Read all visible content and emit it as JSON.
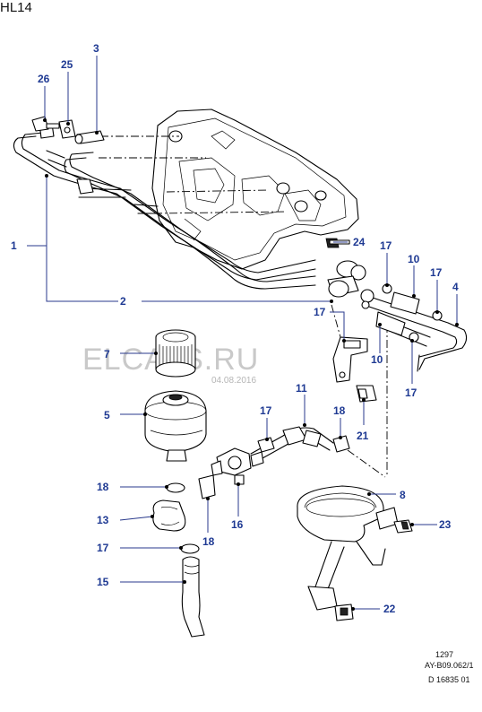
{
  "header": {
    "title": "HL14"
  },
  "watermark": {
    "text": "ELCATS.RU",
    "date": "04.08.2016"
  },
  "footer": {
    "line1": "1297",
    "line2": "AY-B09.062/1",
    "line3": "D 16835 01"
  },
  "callouts": {
    "p1": "1",
    "p2": "2",
    "p3": "3",
    "p4": "4",
    "p5": "5",
    "p7": "7",
    "p8": "8",
    "p10a": "10",
    "p10b": "10",
    "p11": "11",
    "p13": "13",
    "p15": "15",
    "p16": "16",
    "p17a": "17",
    "p17b": "17",
    "p17c": "17",
    "p17d": "17",
    "p17e": "17",
    "p17f": "17",
    "p18a": "18",
    "p18b": "18",
    "p18c": "18",
    "p21": "21",
    "p22": "22",
    "p23": "23",
    "p24": "24",
    "p25": "25",
    "p26": "26"
  }
}
